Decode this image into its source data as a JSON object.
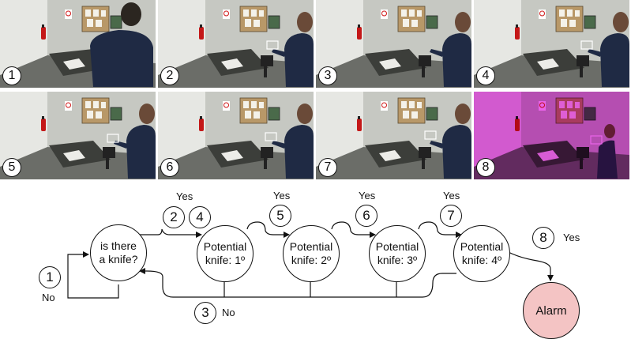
{
  "frames": [
    {
      "number": "1",
      "person": "turned",
      "box": false,
      "tinted": false
    },
    {
      "number": "2",
      "person": "side",
      "box": true,
      "tinted": false
    },
    {
      "number": "3",
      "person": "side",
      "box": false,
      "tinted": false
    },
    {
      "number": "4",
      "person": "side",
      "box": true,
      "tinted": false
    },
    {
      "number": "5",
      "person": "front",
      "box": true,
      "tinted": false
    },
    {
      "number": "6",
      "person": "front",
      "box": true,
      "tinted": false
    },
    {
      "number": "7",
      "person": "front",
      "box": true,
      "tinted": false
    },
    {
      "number": "8",
      "person": "small",
      "box": true,
      "tinted": true
    }
  ],
  "diagram": {
    "decision": {
      "line1": "is there",
      "line2": "a knife?"
    },
    "potentials": [
      {
        "line1": "Potential",
        "line2": "knife: 1º"
      },
      {
        "line1": "Potential",
        "line2": "knife: 2º"
      },
      {
        "line1": "Potential",
        "line2": "knife: 3º"
      },
      {
        "line1": "Potential",
        "line2": "knife: 4º"
      }
    ],
    "alarm": "Alarm",
    "steps": [
      "1",
      "2",
      "3",
      "4",
      "5",
      "6",
      "7",
      "8"
    ],
    "labels": {
      "yes": "Yes",
      "no": "No"
    },
    "colors": {
      "alarm_fill": "#f4c4c4",
      "highlight_tint": "#e020e0"
    }
  }
}
